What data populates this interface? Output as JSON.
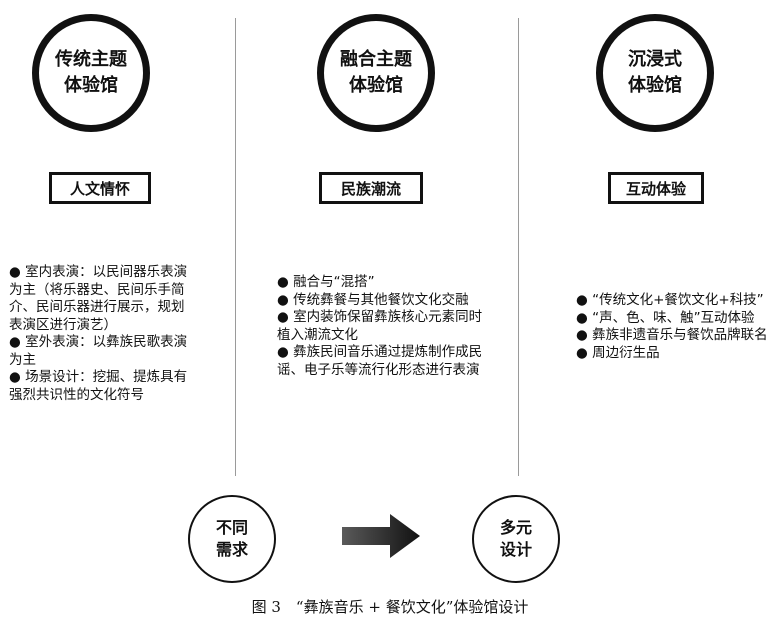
{
  "columns": [
    {
      "title_lines": [
        "传统主题",
        "体验馆"
      ],
      "tag": "人文情怀",
      "bullets": [
        "● 室内表演：以民间器乐表演",
        "为主（将乐器史、民间乐手简",
        "介、民间乐器进行展示，规划",
        "表演区进行演艺）",
        "● 室外表演：以彝族民歌表演",
        "为主",
        "● 场景设计：挖掘、提炼具有",
        "强烈共识性的文化符号"
      ]
    },
    {
      "title_lines": [
        "融合主题",
        "体验馆"
      ],
      "tag": "民族潮流",
      "bullets": [
        "● 融合与“混搭”",
        "● 传统彝餐与其他餐饮文化交融",
        "● 室内装饰保留彝族核心元素同时",
        "植入潮流文化",
        "● 彝族民间音乐通过提炼制作成民",
        "谣、电子乐等流行化形态进行表演"
      ]
    },
    {
      "title_lines": [
        "沉浸式",
        "体验馆"
      ],
      "tag": "互动体验",
      "bullets": [
        "● “传统文化+餐饮文化+科技”",
        "● “声、色、味、触”互动体验",
        "● 彝族非遗音乐与餐饮品牌联名",
        "● 周边衍生品"
      ]
    }
  ],
  "flow": {
    "left_lines": [
      "不同",
      "需求"
    ],
    "right_lines": [
      "多元",
      "设计"
    ],
    "arrow_icon": "arrow-right-icon"
  },
  "caption": "图 3　“彝族音乐 + 餐饮文化”体验馆设计"
}
